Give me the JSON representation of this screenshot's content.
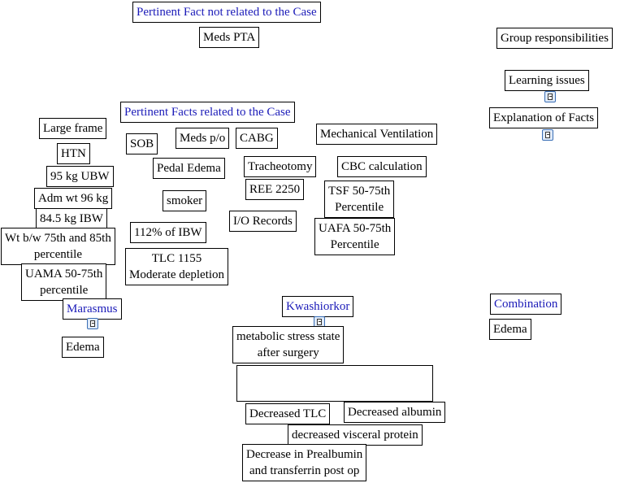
{
  "headings": {
    "not_related": "Pertinent Fact not related to the Case",
    "related": "Pertinent Facts related to the Case"
  },
  "top": {
    "meds_pta": "Meds PTA",
    "group_responsibilities": "Group responsibilities",
    "learning_issues": "Learning issues",
    "explanation_of_facts": "Explanation of Facts"
  },
  "left_facts": [
    "Large frame",
    "HTN",
    "95 kg UBW",
    "Adm wt 96 kg",
    "84.5 kg IBW",
    [
      "Wt b/w 75th and 85th",
      "percentile"
    ],
    [
      "UAMA 50-75th",
      "percentile"
    ]
  ],
  "middle_facts": {
    "sob": "SOB",
    "meds_po": "Meds p/o",
    "cabg": "CABG",
    "pedal_edema": "Pedal Edema",
    "smoker": "smoker",
    "ibw_pct": "112% of IBW",
    "tlc": [
      "TLC 1155",
      "Moderate depletion"
    ],
    "tracheotomy": "Tracheotomy",
    "ree": "REE 2250",
    "io_records": "I/O Records",
    "mech_vent": "Mechanical Ventilation",
    "cbc": "CBC calculation",
    "tsf": [
      "TSF 50-75th",
      "Percentile"
    ],
    "uafa": [
      "UAFA 50-75th",
      "Percentile"
    ]
  },
  "categories": {
    "marasmus": "Marasmus",
    "marasmus_edema": "Edema",
    "kwashiorkor": "Kwashiorkor",
    "combination": "Combination",
    "combination_edema": "Edema"
  },
  "kwashiorkor_items": {
    "metabolic": [
      "metabolic stress state",
      "after surgery"
    ],
    "decreased_tlc": "Decreased TLC",
    "decreased_albumin": "Decreased albumin",
    "visceral": "decreased visceral protein",
    "prealbumin": [
      "Decrease in Prealbumin",
      "and transferrin post op"
    ]
  }
}
